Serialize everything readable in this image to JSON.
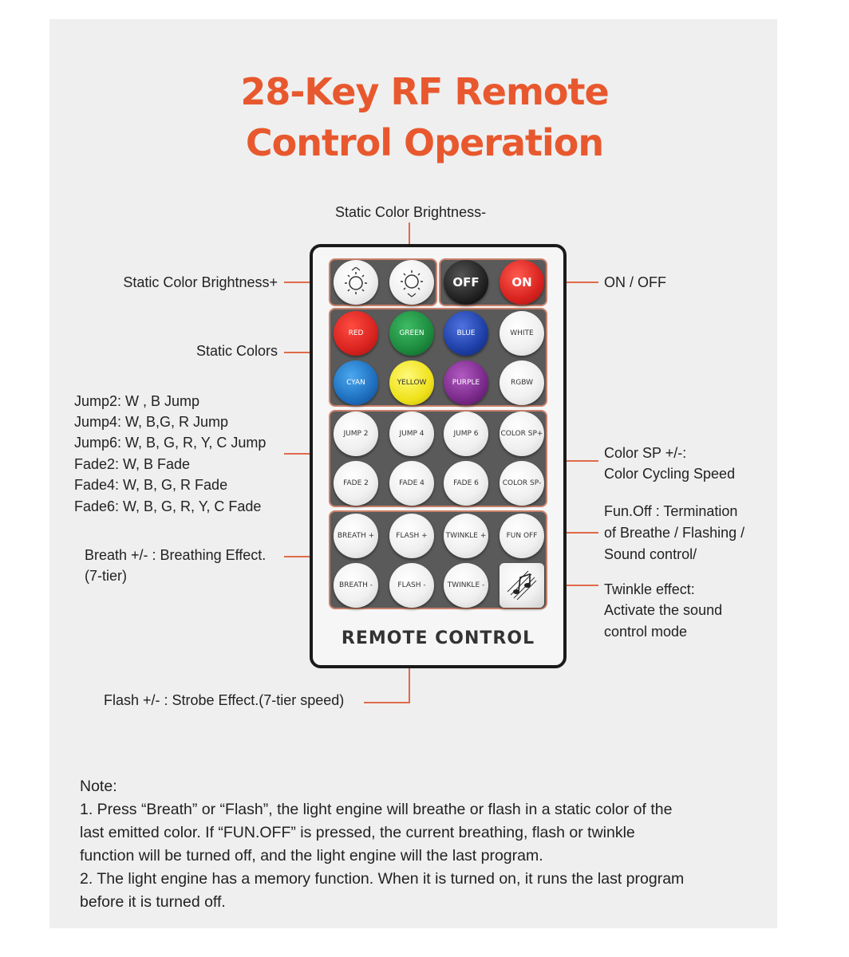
{
  "title": {
    "line1": "28-Key RF Remote",
    "line2": "Control Operation"
  },
  "labels": {
    "brightness_minus": "Static Color Brightness-",
    "brightness_plus": "Static Color Brightness+",
    "on_off": "ON / OFF",
    "static_colors": "Static Colors",
    "jump_fade": [
      "Jump2: W , B Jump",
      "Jump4: W, B,G, R Jump",
      "Jump6: W,  B, G, R, Y, C Jump",
      "Fade2: W,  B Fade",
      "Fade4: W, B, G, R Fade",
      "Fade6: W, B, G, R, Y, C Fade"
    ],
    "color_sp": [
      "Color SP +/-:",
      "Color Cycling Speed"
    ],
    "fun_off": [
      "Fun.Off : Termination",
      "of Breathe / Flashing /",
      "Sound control/"
    ],
    "breath": [
      "Breath +/- : Breathing Effect.",
      "(7-tier)"
    ],
    "twinkle": [
      "Twinkle effect:",
      "Activate the sound",
      "control mode"
    ],
    "flash": "Flash +/- : Strobe Effect.(7-tier speed)"
  },
  "remote": {
    "name": "REMOTE CONTROL",
    "keys": {
      "off": "OFF",
      "on": "ON",
      "red": "RED",
      "green": "GREEN",
      "blue": "BLUE",
      "white": "WHITE",
      "cyan": "CYAN",
      "yellow": "YELLOW",
      "purple": "PURPLE",
      "rgbw": "RGBW",
      "jump2": "JUMP 2",
      "jump4": "JUMP 4",
      "jump6": "JUMP 6",
      "color_sp_plus": "COLOR SP+",
      "fade2": "FADE 2",
      "fade4": "FADE 4",
      "fade6": "FADE 6",
      "color_sp_minus": "COLOR SP-",
      "breath_plus": "BREATH +",
      "flash_plus": "FLASH +",
      "twinkle_plus": "TWINKLE +",
      "fun_off": "FUN OFF",
      "breath_minus": "BREATH -",
      "flash_minus": "FLASH -",
      "twinkle_minus": "TWINKLE -"
    },
    "icons": [
      "sun-bright-icon",
      "sun-dim-icon",
      "music-note-icon"
    ]
  },
  "note": {
    "heading": "Note:",
    "lines": [
      "1. Press “Breath” or “Flash”, the light engine will breathe or flash in a static color of the",
      "last emitted color. If “FUN.OFF” is pressed, the current breathing, flash or twinkle",
      "function will be turned off, and the light engine will the last program.",
      "2. The light engine has a memory function. When it is turned on, it runs the last program",
      "before it is turned off."
    ]
  },
  "colors": {
    "accent": "#e8582e",
    "red": "#d8231f",
    "green": "#1d8a3e",
    "blue": "#1d3fa6",
    "cyan": "#1e6fbf",
    "yellow": "#efe21b",
    "purple": "#7a2a8a"
  }
}
